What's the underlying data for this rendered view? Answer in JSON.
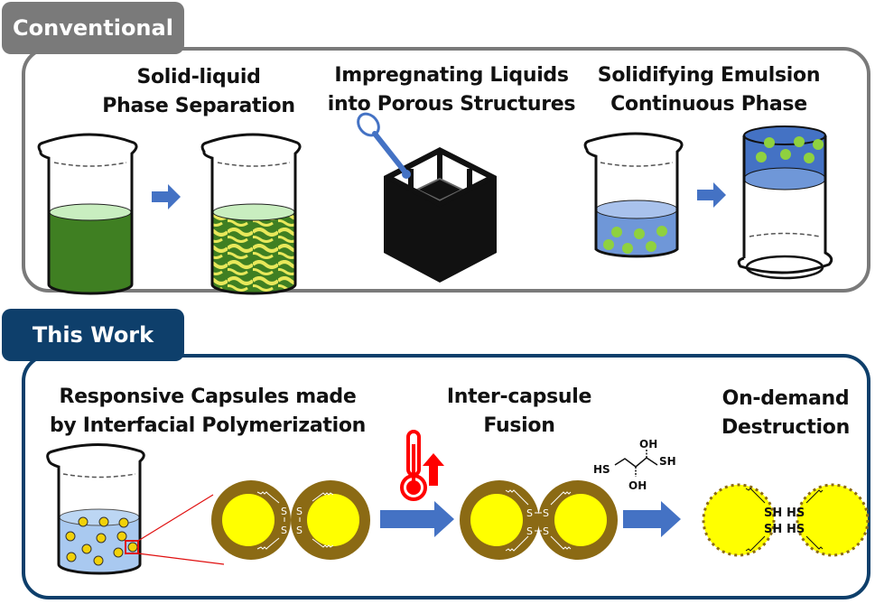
{
  "sections": {
    "conventional": {
      "tab_label": "Conventional",
      "color": "#7a7a7a",
      "steps": [
        {
          "title_line1": "Solid-liquid",
          "title_line2": "Phase Separation"
        },
        {
          "title_line1": "Impregnating Liquids",
          "title_line2": "into Porous Structures"
        },
        {
          "title_line1": "Solidifying Emulsion",
          "title_line2": "Continuous Phase"
        }
      ]
    },
    "this_work": {
      "tab_label": "This Work",
      "color": "#0e3f6b",
      "steps": [
        {
          "title_line1": "Responsive Capsules made",
          "title_line2": "by Interfacial Polymerization"
        },
        {
          "title_line1": "Inter-capsule",
          "title_line2": "Fusion"
        },
        {
          "title_line1": "On-demand",
          "title_line2": "Destruction"
        }
      ]
    }
  },
  "chemistry": {
    "disulfide_s": "S",
    "reagent_labels": {
      "oh_top": "OH",
      "oh_bottom": "OH",
      "hs_left": "HS",
      "sh_right": "SH"
    },
    "thiol_labels": {
      "left_top": "SH",
      "left_bottom": "SH",
      "right_top": "HS",
      "right_bottom": "HS"
    }
  },
  "colors": {
    "arrow_blue": "#4472c4",
    "capsule_shell": "#8b6a14",
    "capsule_core": "#ffff00",
    "heat_red": "#ff0000",
    "green_liquid": "#3f7f22",
    "blue_liquid": "#6f97d8",
    "droplet_green": "#8fd13f"
  }
}
